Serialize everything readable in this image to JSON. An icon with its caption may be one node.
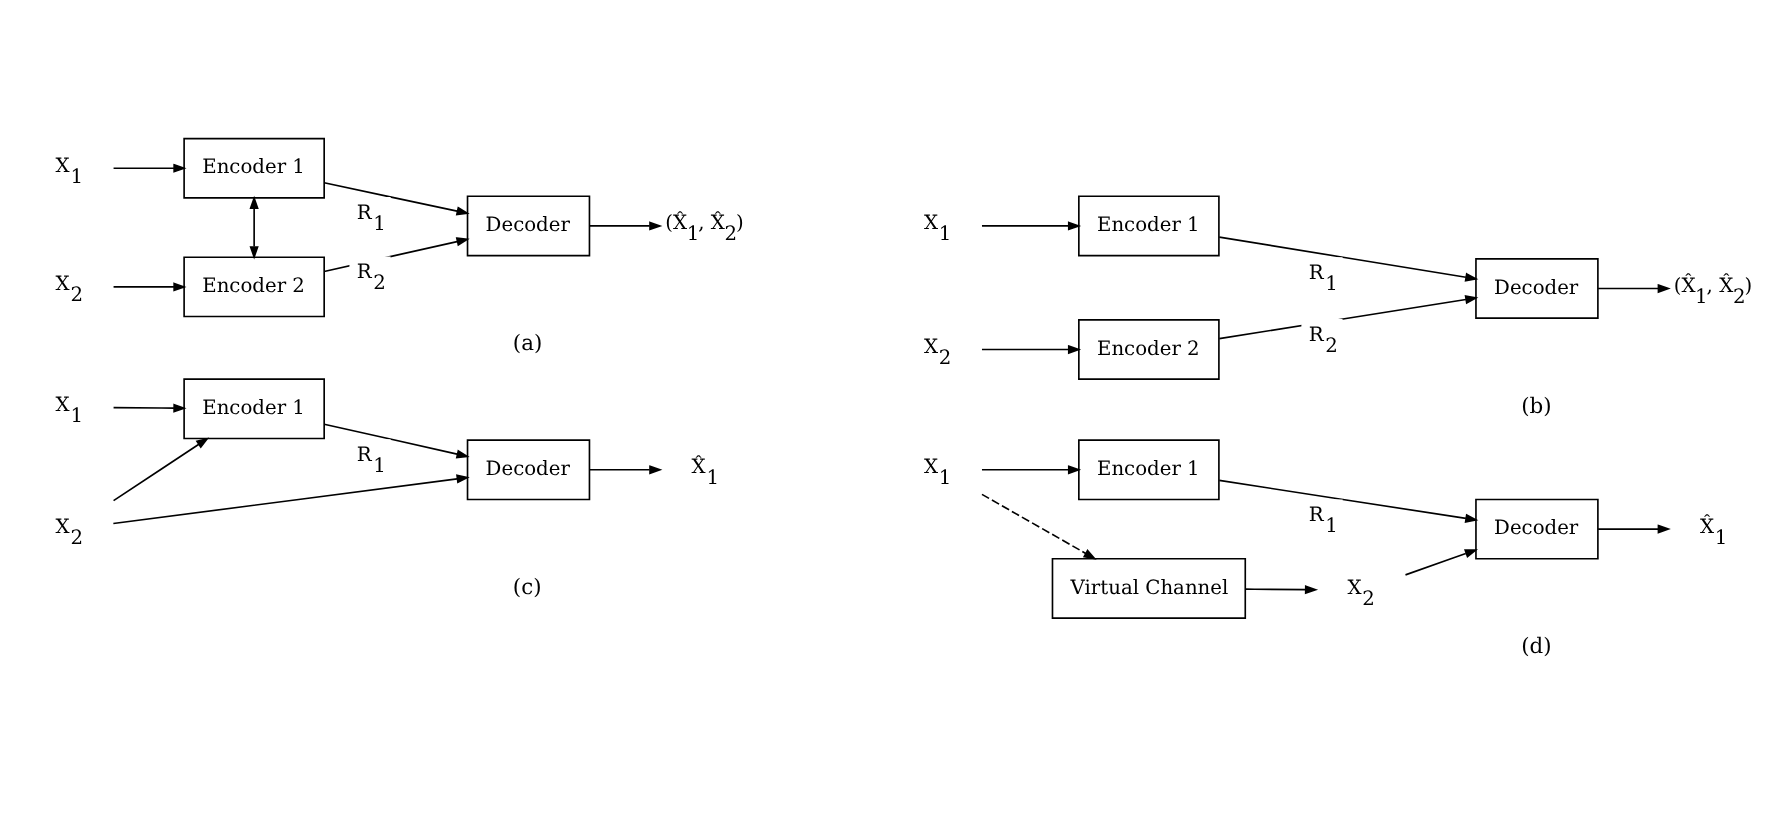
{
  "diagram": {
    "nodes": [
      {
        "text": [
          "X$_{1}$"
        ]
      },
      {
        "text": [
          "Encoder 1"
        ]
      },
      {
        "text": [
          "X$_{2}$"
        ]
      },
      {
        "text": [
          "Encoder 2"
        ]
      },
      {
        "text": [
          "Decoder"
        ]
      },
      {
        "text": [
          "(X̂$_{1}$, X̂$_{2}$)"
        ]
      },
      {
        "text": [
          "X$_{1}$"
        ]
      },
      {
        "text": [
          "Encoder 1"
        ]
      },
      {
        "text": [
          "X$_{2}$"
        ]
      },
      {
        "text": [
          "Encoder 2"
        ]
      },
      {
        "text": [
          "Decoder"
        ]
      },
      {
        "text": [
          "(X̂$_{1}$, X̂$_{2}$)"
        ]
      },
      {
        "text": [
          "X$_{1}$"
        ]
      },
      {
        "text": [
          "Encoder 1"
        ]
      },
      {
        "text": [
          "Decoder"
        ]
      },
      {
        "text": [
          "X̂$_{1}$"
        ]
      },
      {
        "text": [
          "X$_{2}$"
        ]
      },
      {
        "text": [
          "X$_{1}$"
        ]
      },
      {
        "text": [
          "Encoder 1"
        ]
      },
      {
        "text": [
          "Decoder"
        ]
      },
      {
        "text": [
          "X̂$_{1}$"
        ]
      },
      {
        "text": [
          "Virtual Channel"
        ]
      },
      {
        "text": [
          "X$_{2}$"
        ]
      }
    ],
    "edges": [
      {
        "from": 0,
        "to": 1,
        "arrow": "to"
      },
      {
        "from": 2,
        "to": 3,
        "arrow": "to"
      },
      {
        "from": 1,
        "to": 3,
        "arrow": "both"
      },
      {
        "from": 1,
        "to": 4,
        "arrow": "to",
        "label": "R$_{1}$"
      },
      {
        "from": 3,
        "to": 4,
        "arrow": "to",
        "label": "R$_{2}$"
      },
      {
        "from": 4,
        "to": 5,
        "arrow": "to"
      },
      {
        "from": 6,
        "to": 7,
        "arrow": "to"
      },
      {
        "from": 8,
        "to": 9,
        "arrow": "to"
      },
      {
        "from": 7,
        "to": 10,
        "arrow": "to",
        "label": "R$_{1}$"
      },
      {
        "from": 9,
        "to": 10,
        "arrow": "to",
        "label": "R$_{2}$"
      },
      {
        "from": 10,
        "to": 11,
        "arrow": "to"
      },
      {
        "from": 12,
        "to": 13,
        "arrow": "to"
      },
      {
        "from": 13,
        "to": 14,
        "arrow": "to",
        "label": "R$_{1}$"
      },
      {
        "from": 14,
        "to": 15,
        "arrow": "to"
      },
      {
        "from": 16,
        "to": 13,
        "arrow": "to"
      },
      {
        "from": 16,
        "to": 14,
        "arrow": "to"
      },
      {
        "from": 17,
        "to": 18,
        "arrow": "to"
      },
      {
        "from": 18,
        "to": 19,
        "arrow": "to",
        "label": "R$_{1}$"
      },
      {
        "from": 19,
        "to": 20,
        "arrow": "to"
      },
      {
        "from": 17,
        "to": 21,
        "arrow": "to",
        "style": "dashed"
      },
      {
        "from": 21,
        "to": 22,
        "arrow": "to"
      },
      {
        "from": 22,
        "to": 19,
        "arrow": "to"
      }
    ],
    "labels": [
      "(a)",
      "(b)",
      "(c)",
      "(d)"
    ]
  }
}
